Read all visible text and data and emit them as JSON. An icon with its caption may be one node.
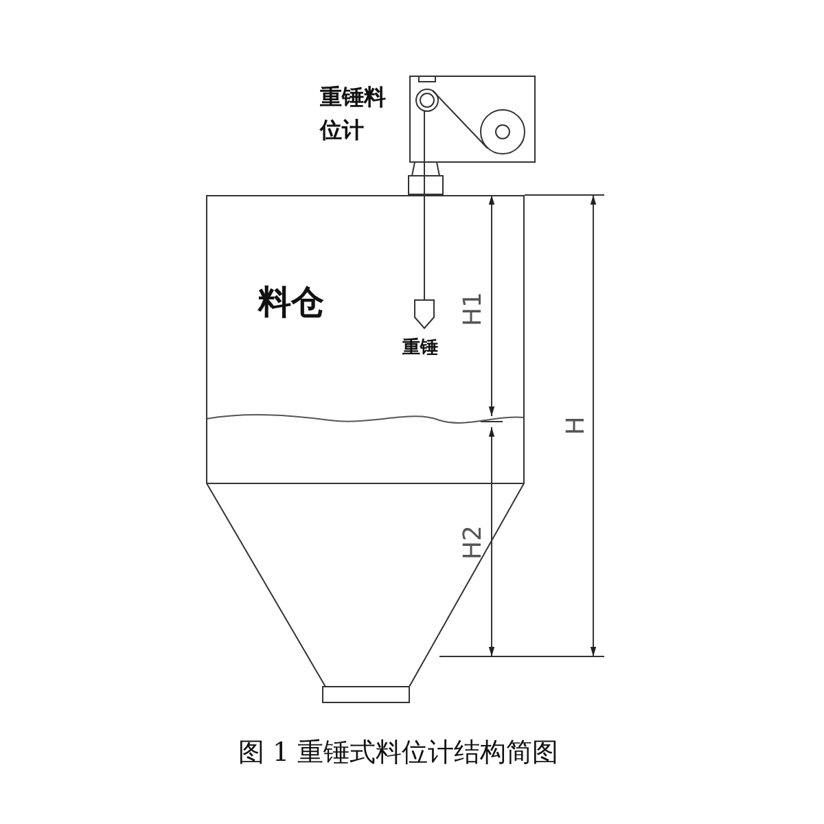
{
  "diagram": {
    "caption": "图 1 重锤式料位计结构简图",
    "nodes": [
      {
        "text": [
          "重锤料位计"
        ]
      },
      {
        "text": [
          "料仓"
        ]
      },
      {
        "text": [
          "重锤"
        ],
        "in": 1
      }
    ],
    "edges": [
      {
        "from": 0,
        "to": 2,
        "arrow": "none"
      }
    ],
    "labels": [
      "H1",
      "H",
      "H2"
    ]
  }
}
